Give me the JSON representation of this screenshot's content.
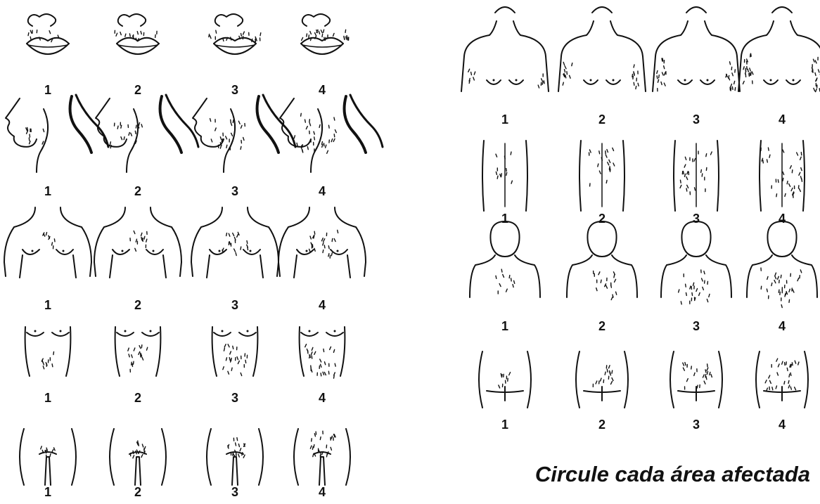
{
  "score_labels": [
    "1",
    "2",
    "3",
    "4"
  ],
  "caption": "Circule cada área afectada"
}
